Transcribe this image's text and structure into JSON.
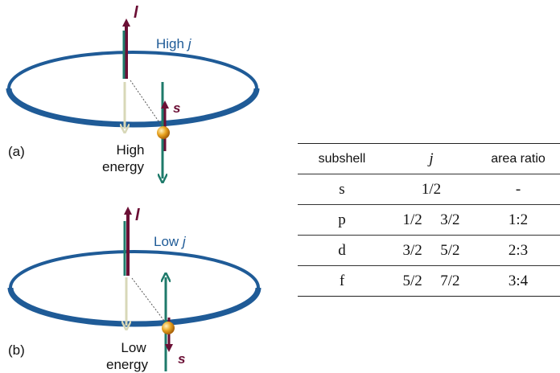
{
  "diagram": {
    "panel_a": {
      "tag": "(a)",
      "ring_label_prefix": "High",
      "ring_label_var": "j",
      "orbital_vector": "l",
      "spin_vector": "s",
      "energy_line1": "High",
      "energy_line2": "energy"
    },
    "panel_b": {
      "tag": "(b)",
      "ring_label_prefix": "Low",
      "ring_label_var": "j",
      "orbital_vector": "l",
      "spin_vector": "s",
      "energy_line1": "Low",
      "energy_line2": "energy"
    },
    "colors": {
      "ring": "#1f5b97",
      "orbital_arrow": "#6b0f35",
      "spin_arrow": "#1e7a6a",
      "ghost_arrow": "#d8d8b8",
      "electron": "#e8a320"
    }
  },
  "table": {
    "headers": [
      "subshell",
      "j",
      "area ratio"
    ],
    "rows": [
      {
        "subshell": "s",
        "j": [
          "1/2"
        ],
        "ratio": "-"
      },
      {
        "subshell": "p",
        "j": [
          "1/2",
          "3/2"
        ],
        "ratio": "1:2"
      },
      {
        "subshell": "d",
        "j": [
          "3/2",
          "5/2"
        ],
        "ratio": "2:3"
      },
      {
        "subshell": "f",
        "j": [
          "5/2",
          "7/2"
        ],
        "ratio": "3:4"
      }
    ]
  }
}
